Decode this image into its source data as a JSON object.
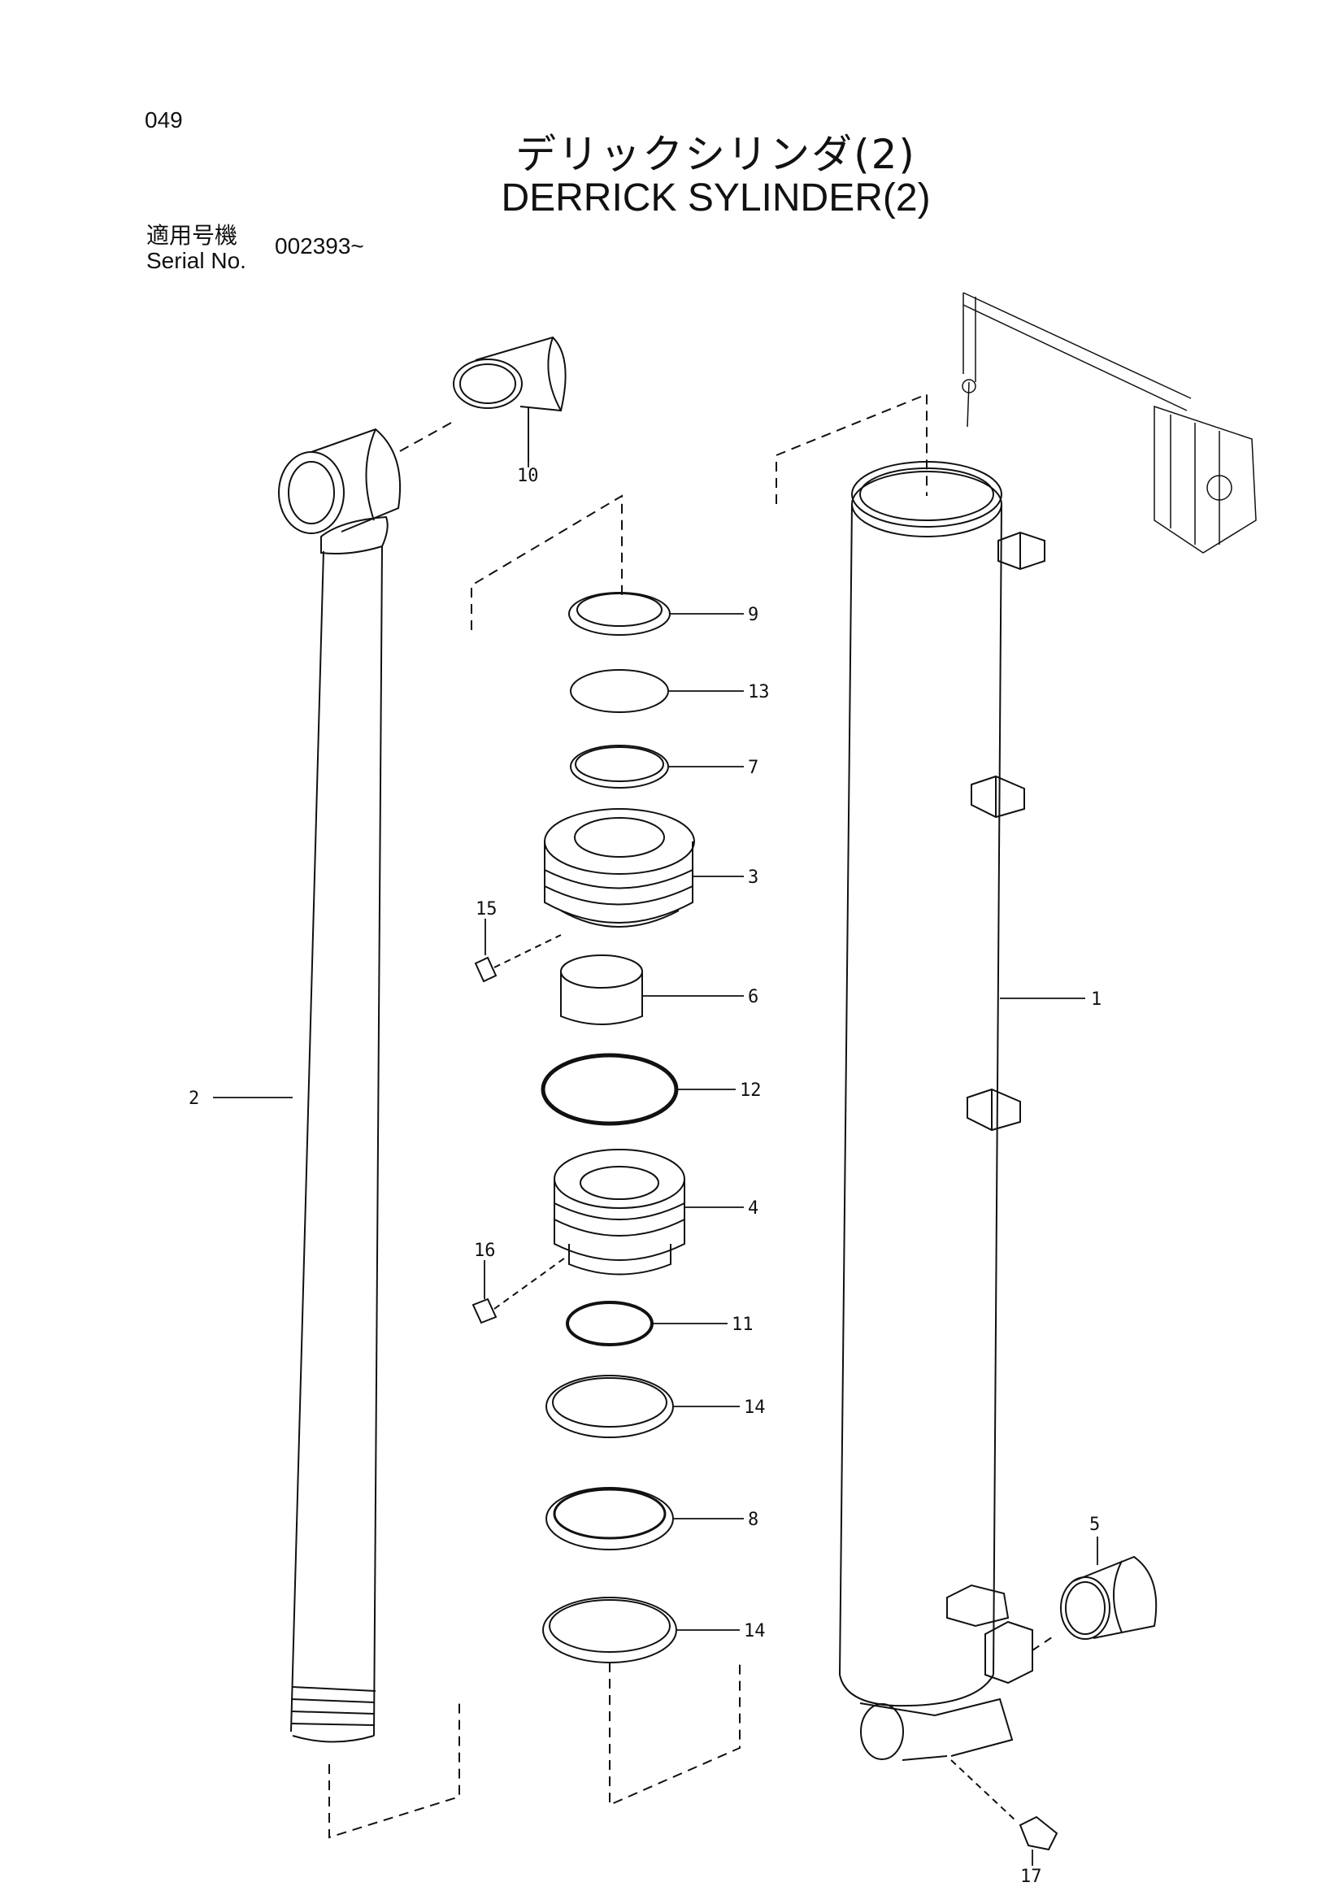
{
  "page_number": "049",
  "title_jp": "デリックシリンダ(2)",
  "title_en": "DERRICK   SYLINDER(2)",
  "serial": {
    "label_jp": "適用号機",
    "label_en": "Serial No.",
    "value": "002393~"
  },
  "callouts": [
    {
      "id": "c1",
      "label": "1"
    },
    {
      "id": "c2",
      "label": "2"
    },
    {
      "id": "c3",
      "label": "3"
    },
    {
      "id": "c4",
      "label": "4"
    },
    {
      "id": "c5",
      "label": "5"
    },
    {
      "id": "c6",
      "label": "6"
    },
    {
      "id": "c7",
      "label": "7"
    },
    {
      "id": "c8",
      "label": "8"
    },
    {
      "id": "c9",
      "label": "9"
    },
    {
      "id": "c10",
      "label": "10"
    },
    {
      "id": "c11",
      "label": "11"
    },
    {
      "id": "c12",
      "label": "12"
    },
    {
      "id": "c13",
      "label": "13"
    },
    {
      "id": "c14a",
      "label": "14"
    },
    {
      "id": "c14b",
      "label": "14"
    },
    {
      "id": "c15",
      "label": "15"
    },
    {
      "id": "c16",
      "label": "16"
    },
    {
      "id": "c17",
      "label": "17"
    }
  ]
}
